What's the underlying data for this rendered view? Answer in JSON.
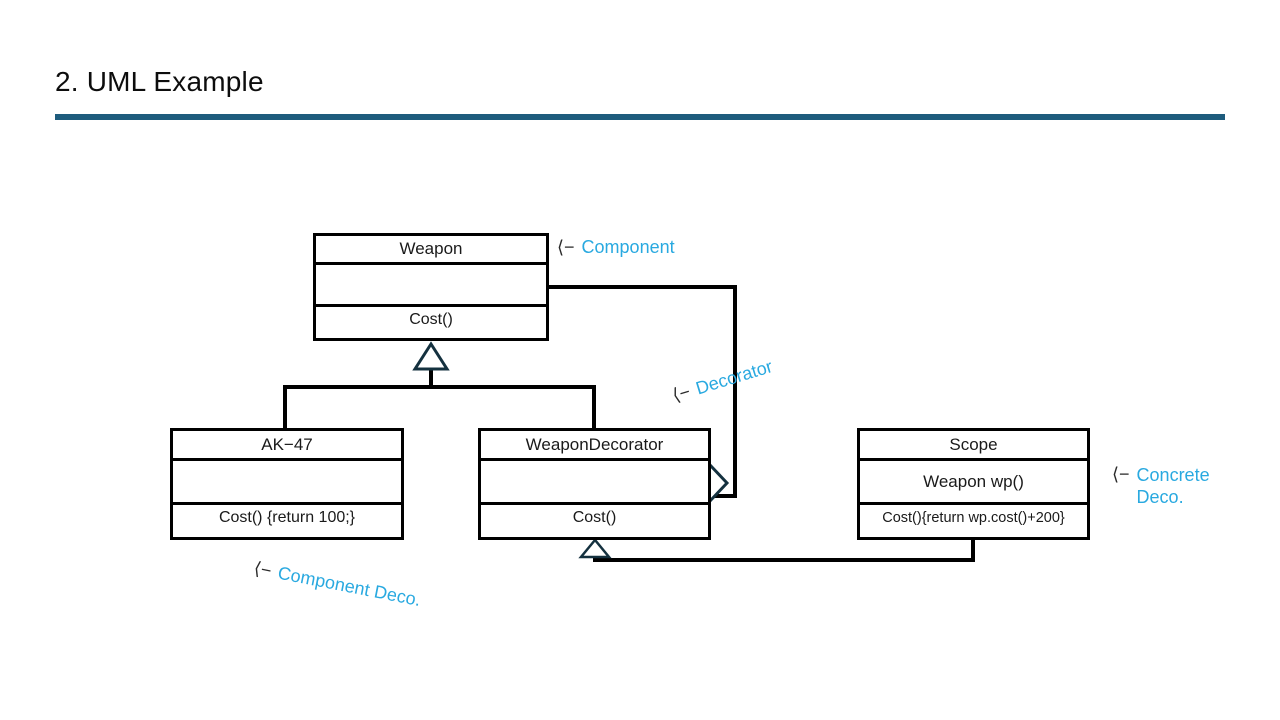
{
  "header": {
    "title": "2. UML Example",
    "rule_color": "#1e5c7d"
  },
  "diagram": {
    "classes": [
      {
        "id": "weapon",
        "title": "Weapon",
        "attribute": "",
        "method": "Cost()"
      },
      {
        "id": "ak47",
        "title": "AK−47",
        "attribute": "",
        "method": "Cost() {return 100;}"
      },
      {
        "id": "weapon-decorator",
        "title": "WeaponDecorator",
        "attribute": "",
        "method": "Cost()"
      },
      {
        "id": "scope",
        "title": "Scope",
        "attribute": "Weapon wp()",
        "method": "Cost(){return wp.cost()+200}"
      }
    ],
    "annotations": [
      {
        "id": "component",
        "arrow": "⟨−",
        "label": "Component"
      },
      {
        "id": "decorator",
        "arrow": "⟨−",
        "label": "Decorator"
      },
      {
        "id": "component-deco",
        "arrow": "⟨−",
        "label": "Component Deco."
      },
      {
        "id": "concrete-deco",
        "arrow": "⟨−",
        "label": "Concrete Deco."
      }
    ],
    "relations": [
      "AK-47 and WeaponDecorator inherit Weapon (hollow triangle)",
      "WeaponDecorator aggregates Weapon (hollow diamond)",
      "Scope inherits WeaponDecorator (hollow triangle)"
    ],
    "colors": {
      "annotation_blue": "#29a9e0",
      "line_black": "#000000",
      "shape_outline_navy": "#14313f",
      "header_rule": "#1e5c7d"
    }
  }
}
